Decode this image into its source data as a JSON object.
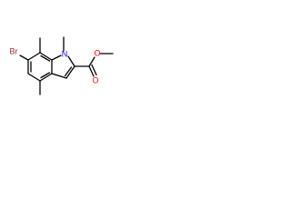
{
  "molecule": {
    "atoms": {
      "bromine": "Br",
      "nitrogen": "N",
      "carbonyl_oxygen": "O",
      "ester_oxygen": "O"
    },
    "colors": {
      "bond": "#000000",
      "bromine": "#a52a2a",
      "nitrogen": "#0000ff",
      "oxygen": "#ff0000"
    }
  }
}
